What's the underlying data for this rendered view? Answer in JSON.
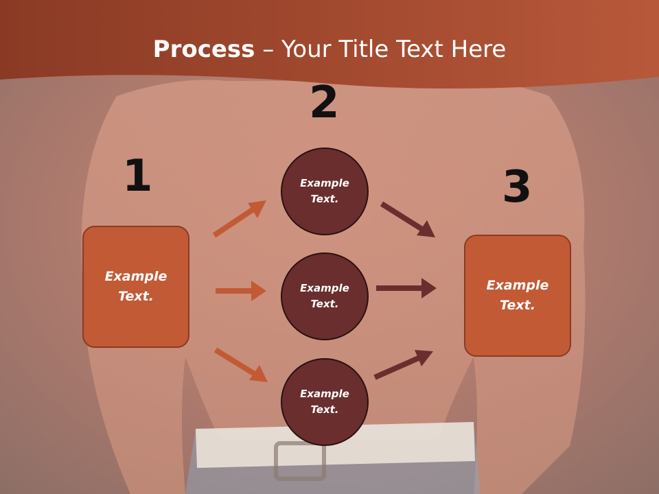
{
  "title": {
    "bold": "Process",
    "separator": " – ",
    "rest": "Your Title Text Here"
  },
  "steps": [
    "1",
    "2",
    "3"
  ],
  "left_box": {
    "text": "Example Text."
  },
  "circles": [
    {
      "text": "Example Text."
    },
    {
      "text": "Example Text."
    },
    {
      "text": "Example Text."
    }
  ],
  "right_box": {
    "text": "Example Text."
  },
  "colors": {
    "header": "#a6452a",
    "box": "#c25a36",
    "circle": "#6a2e2e",
    "arrow_in": "#c25a36",
    "arrow_out": "#6a2e2e"
  }
}
